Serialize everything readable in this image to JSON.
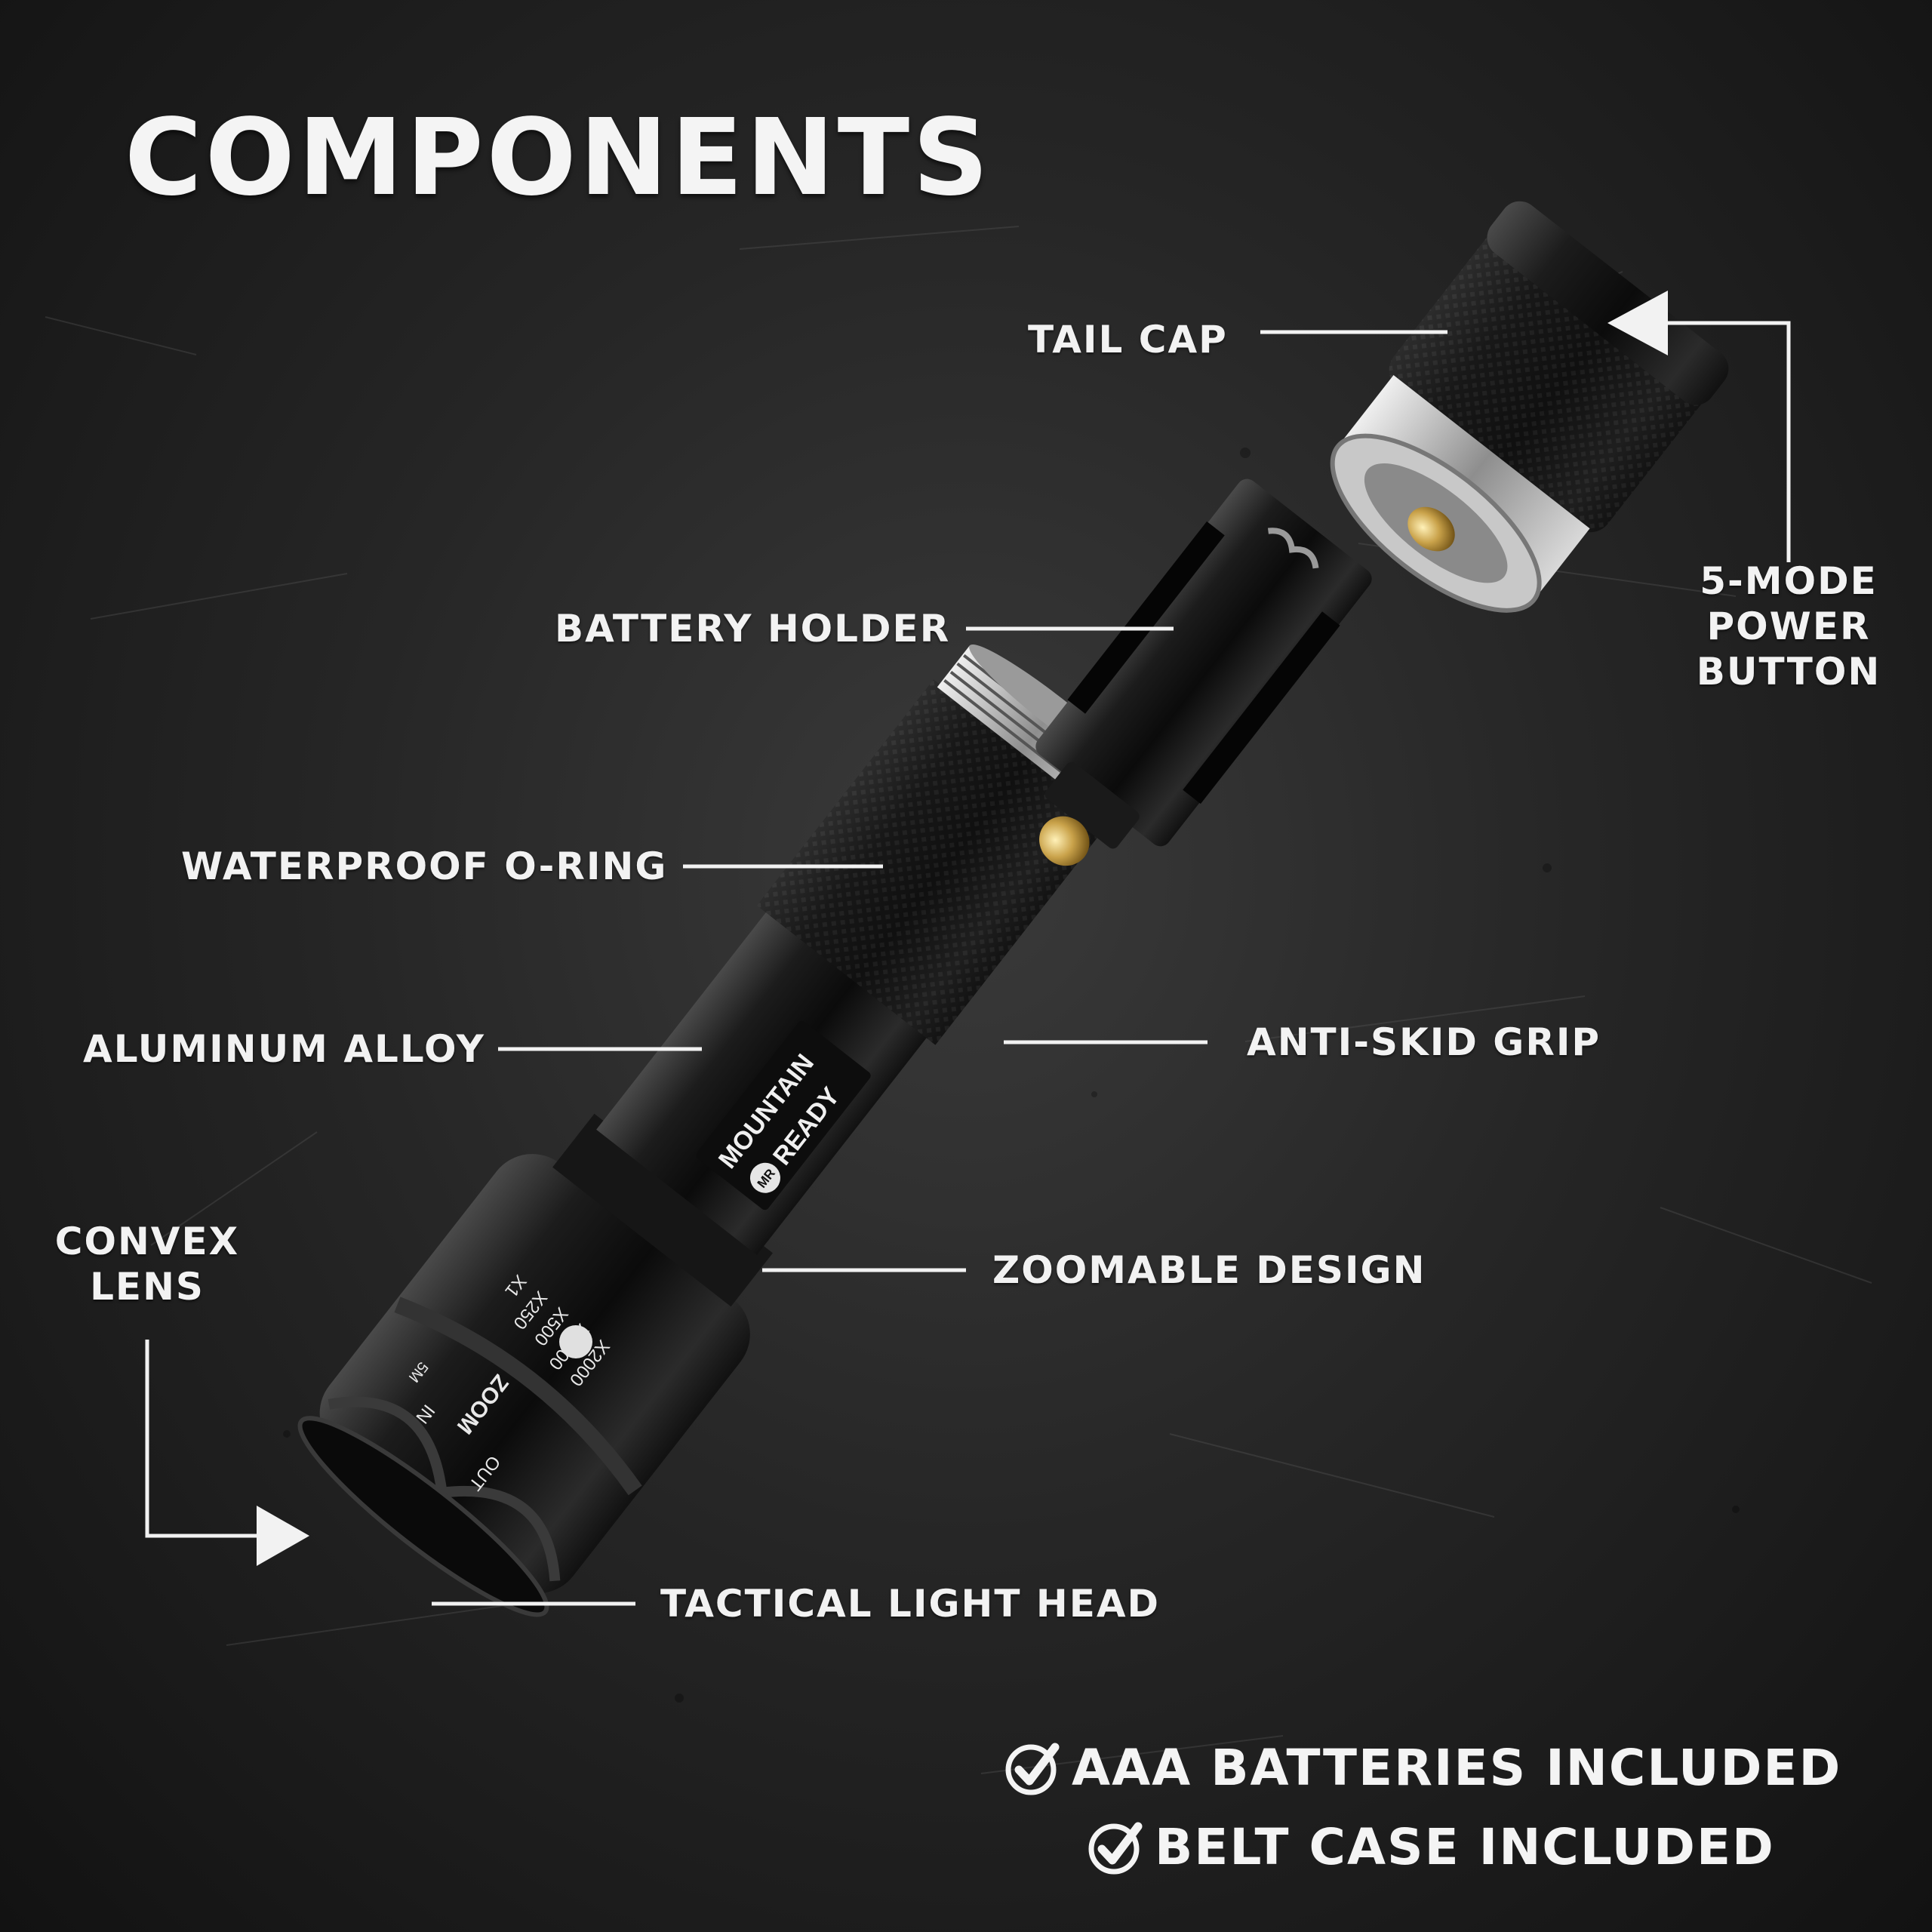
{
  "title": "COMPONENTS",
  "labels": {
    "tail_cap": "TAIL CAP",
    "battery_holder": "BATTERY HOLDER",
    "power_button": [
      "5-MODE",
      "POWER",
      "BUTTON"
    ],
    "waterproof_o_ring": "WATERPROOF O-RING",
    "aluminum_alloy": "ALUMINUM ALLOY",
    "anti_skid_grip": "ANTI-SKID GRIP",
    "convex_lens": [
      "CONVEX",
      "LENS"
    ],
    "zoomable_design": "ZOOMABLE DESIGN",
    "tactical_light_head": "TACTICAL LIGHT HEAD"
  },
  "brand": {
    "line1": "MOUNTAIN",
    "line2": "READY",
    "logo_text": "MR"
  },
  "zoom_markings": {
    "scale": [
      "X2000",
      "X1000",
      "X500",
      "X250",
      "X1"
    ],
    "zoom_word": "ZOOM",
    "out": "OUT",
    "in": "IN",
    "distance": "5M"
  },
  "included": [
    {
      "icon": "check-circle-icon",
      "text": "AAA BATTERIES INCLUDED"
    },
    {
      "icon": "check-circle-icon",
      "text": "BELT CASE INCLUDED"
    }
  ],
  "colors": {
    "text": "#f2f2f2",
    "background": "#2a2a2a",
    "accent_brass": "#c9a24a"
  }
}
